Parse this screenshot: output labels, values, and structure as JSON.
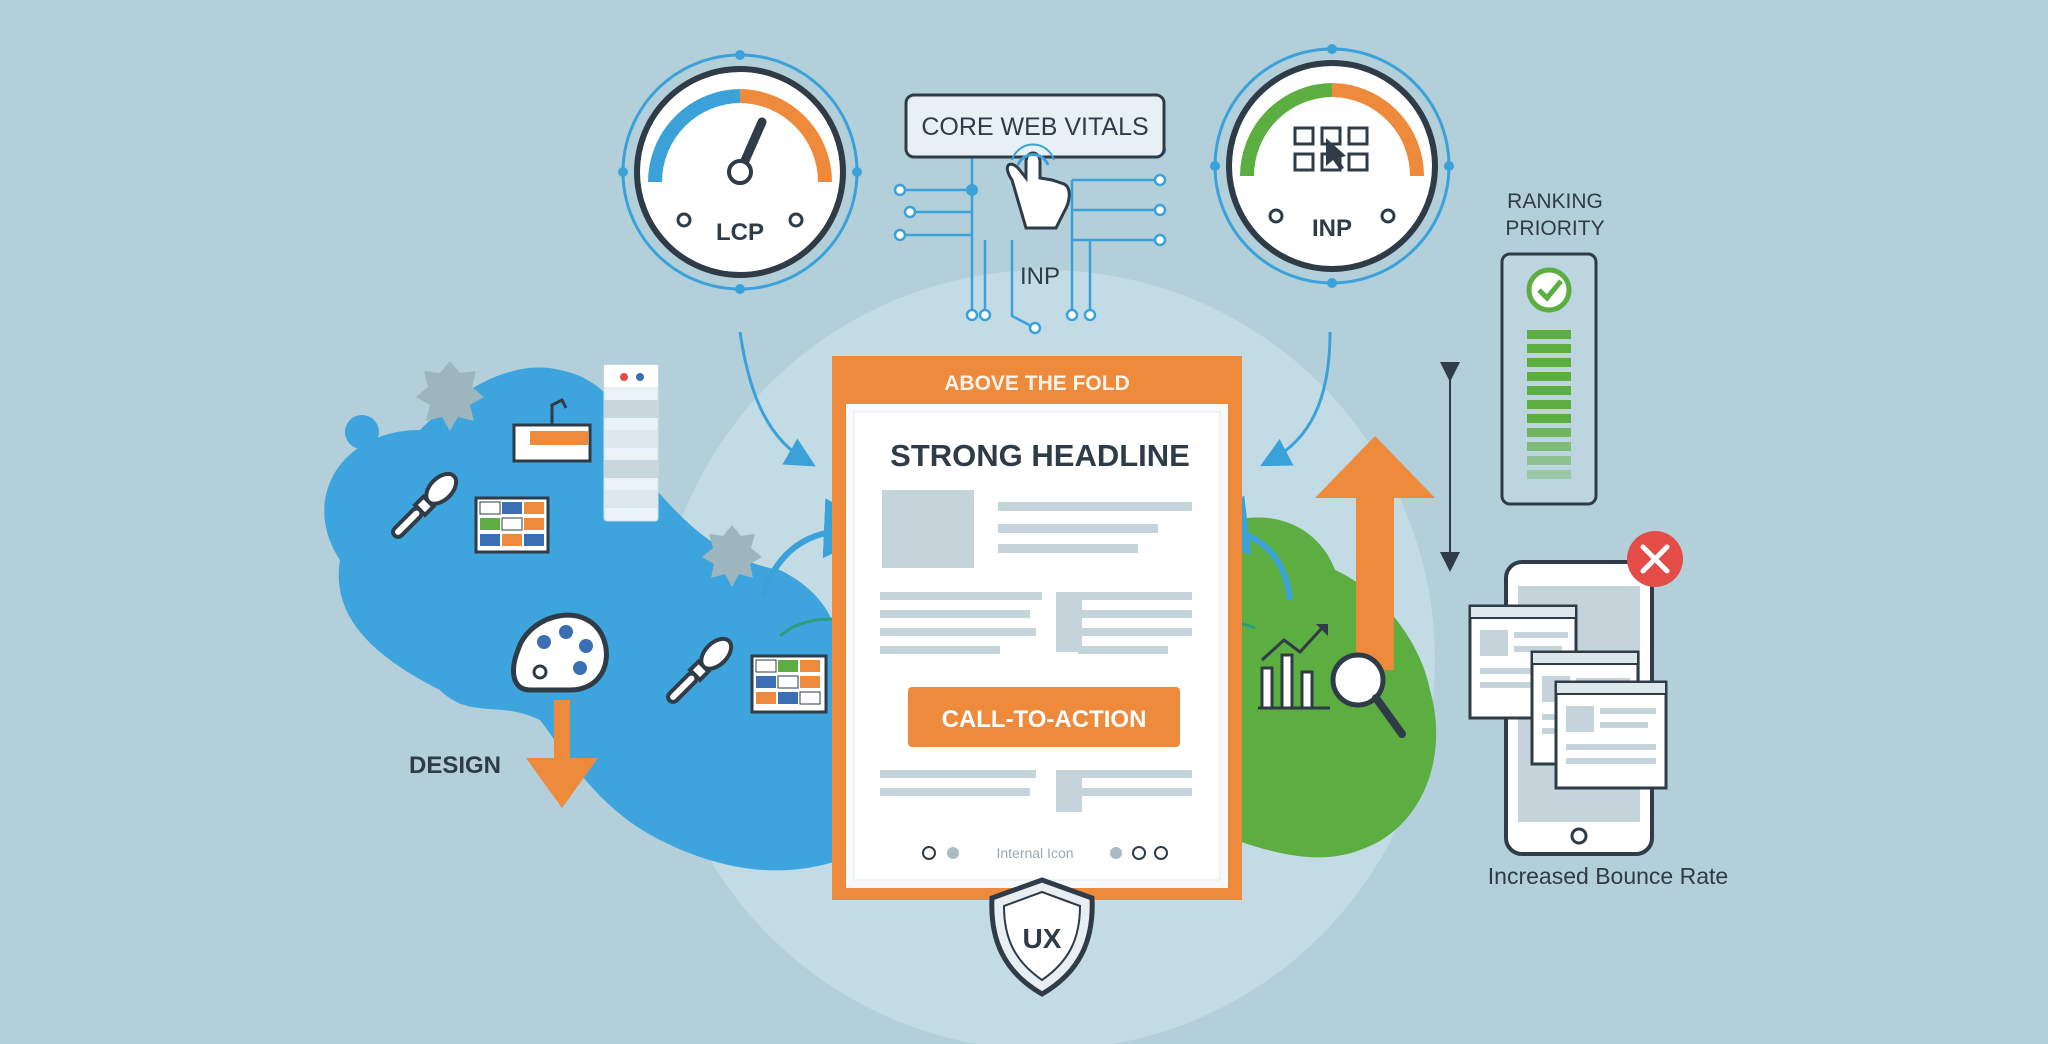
{
  "banner": {
    "above_fold": "ABOVE THE FOLD"
  },
  "page_mockup": {
    "headline": "STRONG HEADLINE",
    "cta": "CALL-TO-ACTION",
    "footer_text": "Internal Icon"
  },
  "core_web_vitals": {
    "label": "CORE WEB VITALS",
    "inp_text": "INP"
  },
  "gauges": {
    "lcp": "LCP",
    "inp": "INP"
  },
  "ranking": {
    "line1": "RANKING",
    "line2": "PRIORITY"
  },
  "design": {
    "label": "DESIGN"
  },
  "bounce": {
    "label": "Increased Bounce Rate"
  },
  "badge": {
    "label": "UX"
  },
  "colors": {
    "background": "#b2cfda",
    "accent_orange": "#ed8a3c",
    "accent_blue": "#3aa2d9",
    "accent_green": "#5cae41",
    "alert_red": "#e44c47",
    "text_dark": "#2f3c47"
  },
  "icons": [
    "speedometer-icon",
    "hand-pointer-icon",
    "checkmark-icon",
    "close-icon",
    "paintbrush-icon",
    "palette-icon",
    "grid-icon",
    "chart-icon",
    "magnifier-icon",
    "shield-icon",
    "smartphone-icon",
    "gear-icon"
  ]
}
